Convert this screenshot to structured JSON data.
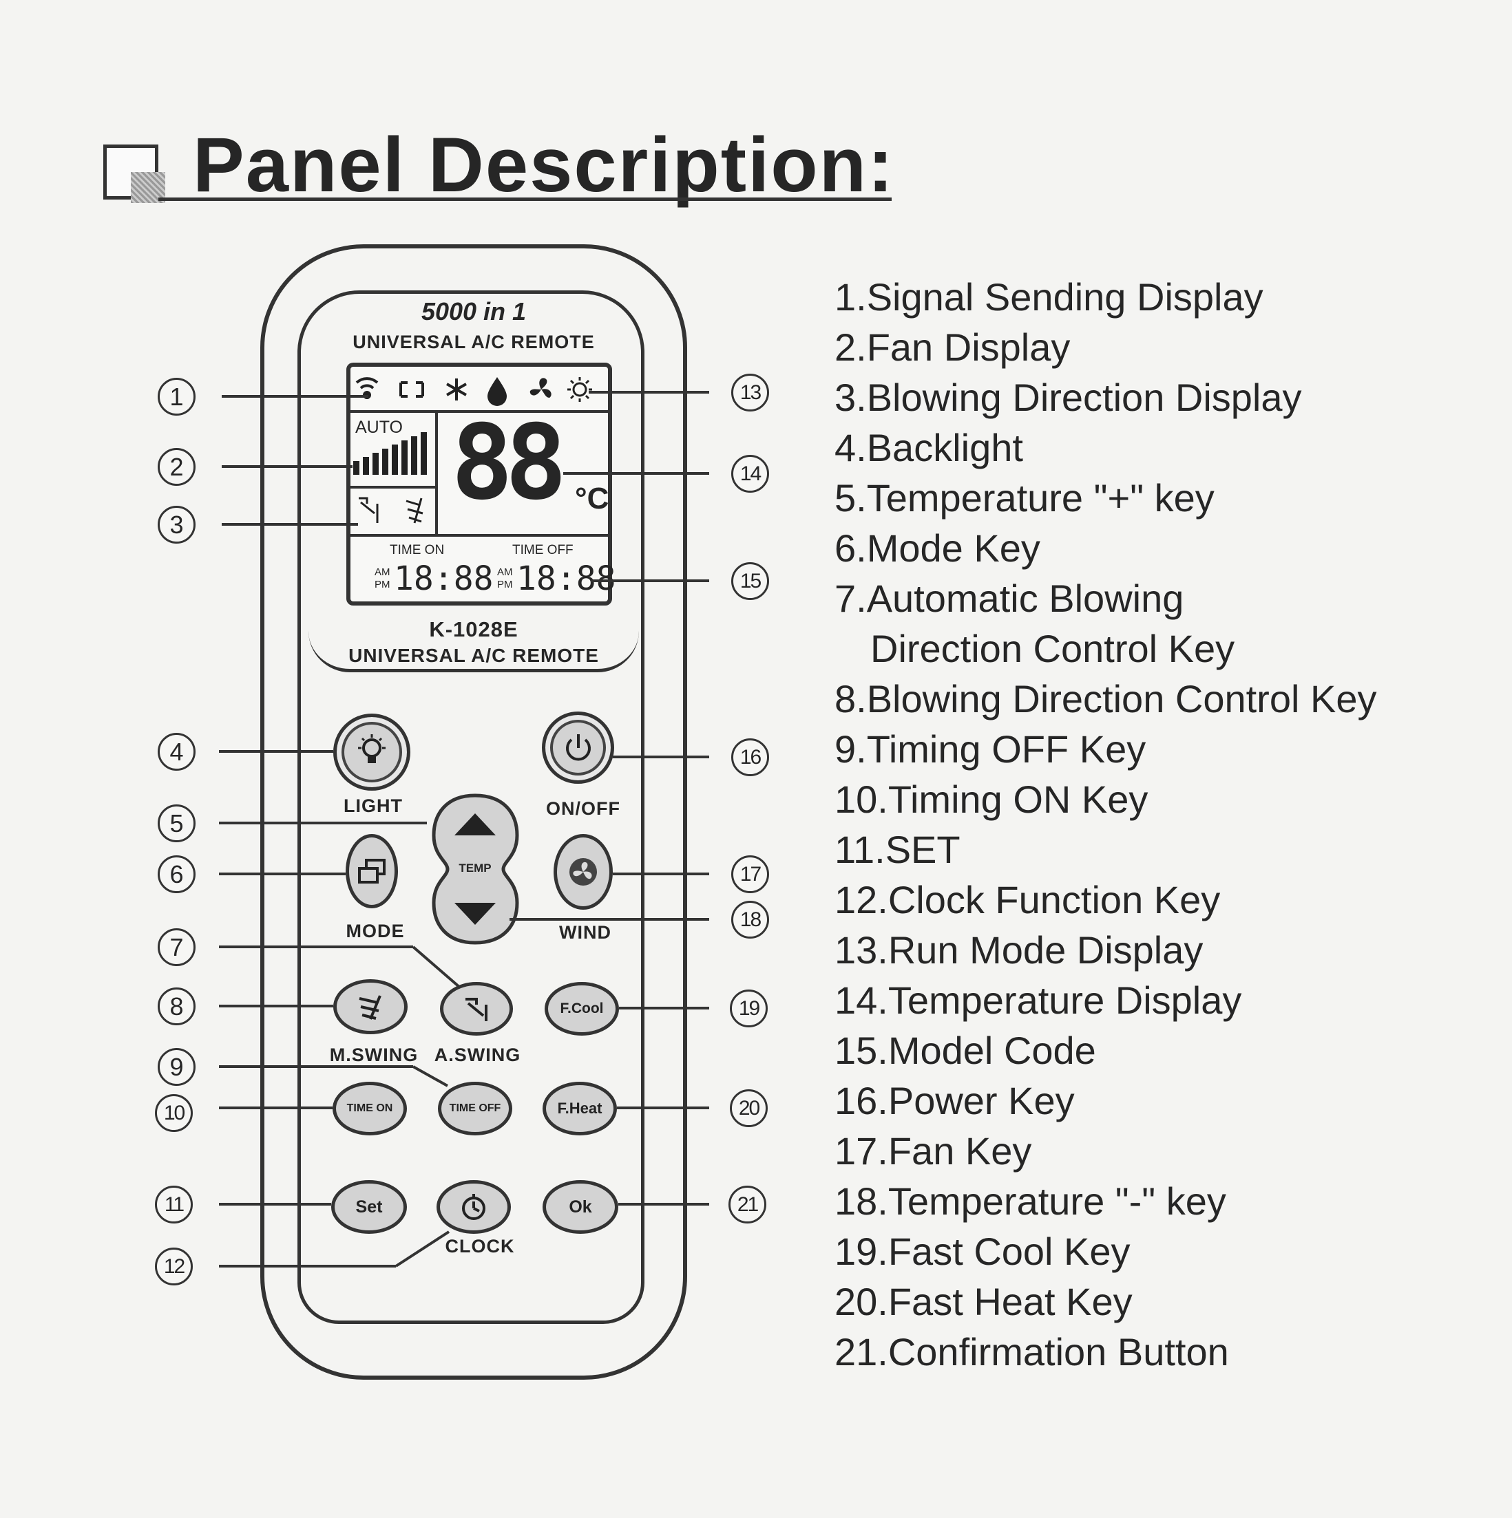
{
  "title": "Panel Description:",
  "remote": {
    "brand_top": "5000 in 1",
    "brand_sub": "UNIVERSAL A/C REMOTE",
    "model": "K-1028E",
    "brand_bottom": "UNIVERSAL A/C REMOTE",
    "lcd": {
      "auto": "AUTO",
      "temp_digits": "88",
      "unit": "°C",
      "time_on_label": "TIME ON",
      "time_off_label": "TIME OFF",
      "am": "AM",
      "pm": "PM",
      "time_on_digits": "18:88",
      "time_off_digits": "18:88"
    },
    "buttons": {
      "light": "LIGHT",
      "onoff": "ON/OFF",
      "mode": "MODE",
      "wind": "WIND",
      "temp": "TEMP",
      "mswing": "M.SWING",
      "aswing": "A.SWING",
      "fcool": "F.Cool",
      "timeon": "TIME ON",
      "timeoff": "TIME OFF",
      "fheat": "F.Heat",
      "set": "Set",
      "ok": "Ok",
      "clock": "CLOCK"
    }
  },
  "callouts": [
    "1",
    "2",
    "3",
    "4",
    "5",
    "6",
    "7",
    "8",
    "9",
    "10",
    "11",
    "12",
    "13",
    "14",
    "15",
    "16",
    "17",
    "18",
    "19",
    "20",
    "21"
  ],
  "descriptions": [
    "1.Signal Sending Display",
    "2.Fan Display",
    "3.Blowing Direction Display",
    "4.Backlight",
    "5.Temperature \"+\" key",
    "6.Mode Key",
    "7.Automatic Blowing",
    "Direction Control Key",
    "8.Blowing Direction Control Key",
    "9.Timing OFF Key",
    "10.Timing ON Key",
    "11.SET",
    "12.Clock Function Key",
    "13.Run Mode Display",
    "14.Temperature Display",
    "15.Model Code",
    "16.Power Key",
    "17.Fan Key",
    "18.Temperature \"-\" key",
    "19.Fast Cool Key",
    "20.Fast Heat Key",
    "21.Confirmation Button"
  ]
}
